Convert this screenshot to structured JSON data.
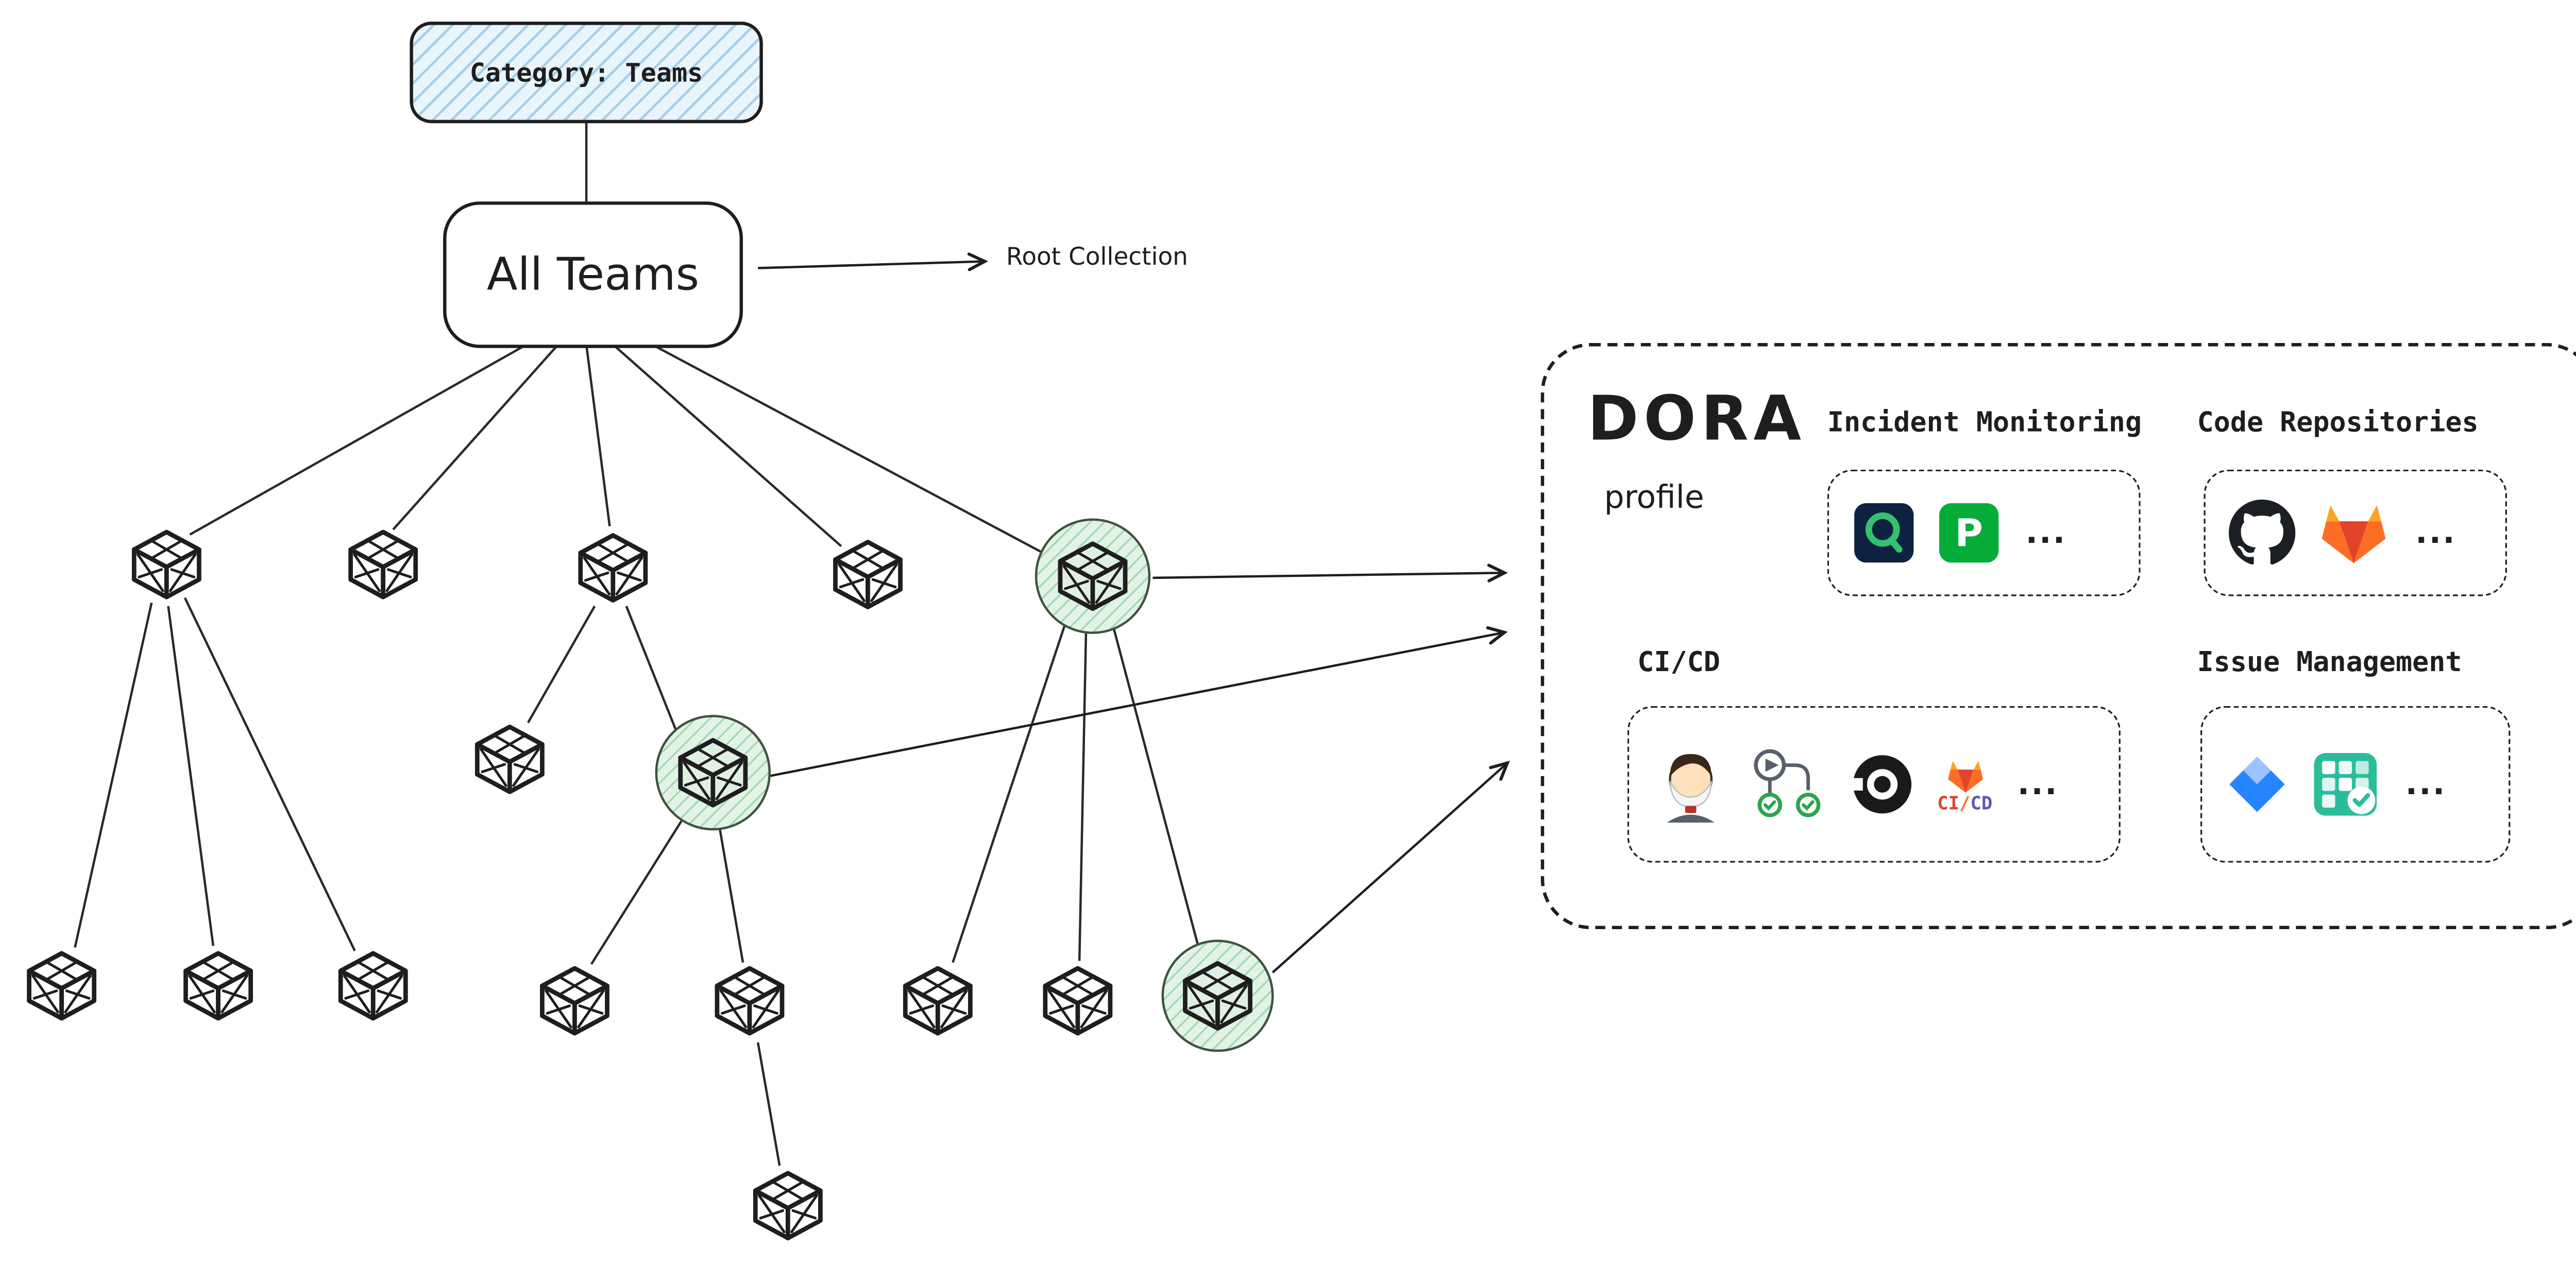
{
  "diagram": {
    "category_box": {
      "label": "Category: Teams"
    },
    "root_box": {
      "label": "All Teams"
    },
    "root_annotation": "Root Collection"
  },
  "dora_panel": {
    "title": "DORA",
    "subtitle": "profile",
    "more_indicator": "...",
    "sections": {
      "incident_monitoring": {
        "label": "Incident Monitoring",
        "icons": [
          "opsgenie-icon",
          "pagerduty-icon"
        ],
        "pagerduty_letter": "P"
      },
      "code_repositories": {
        "label": "Code Repositories",
        "icons": [
          "github-icon",
          "gitlab-icon"
        ]
      },
      "cicd": {
        "label": "CI/CD",
        "icons": [
          "jenkins-icon",
          "github-actions-icon",
          "circleci-icon",
          "gitlab-cicd-icon"
        ],
        "gitlab_cicd_text_ci": "CI",
        "gitlab_cicd_text_sep": "/",
        "gitlab_cicd_text_cd": "CD"
      },
      "issue_management": {
        "label": "Issue Management",
        "icons": [
          "jira-icon",
          "task-board-icon"
        ]
      }
    }
  },
  "colors": {
    "stroke": "#1e1e1e",
    "highlight_green_fill": "#e2f3e6",
    "highlight_green_hatch": "#9fd8ab",
    "category_blue_fill": "#e9f5fc"
  }
}
